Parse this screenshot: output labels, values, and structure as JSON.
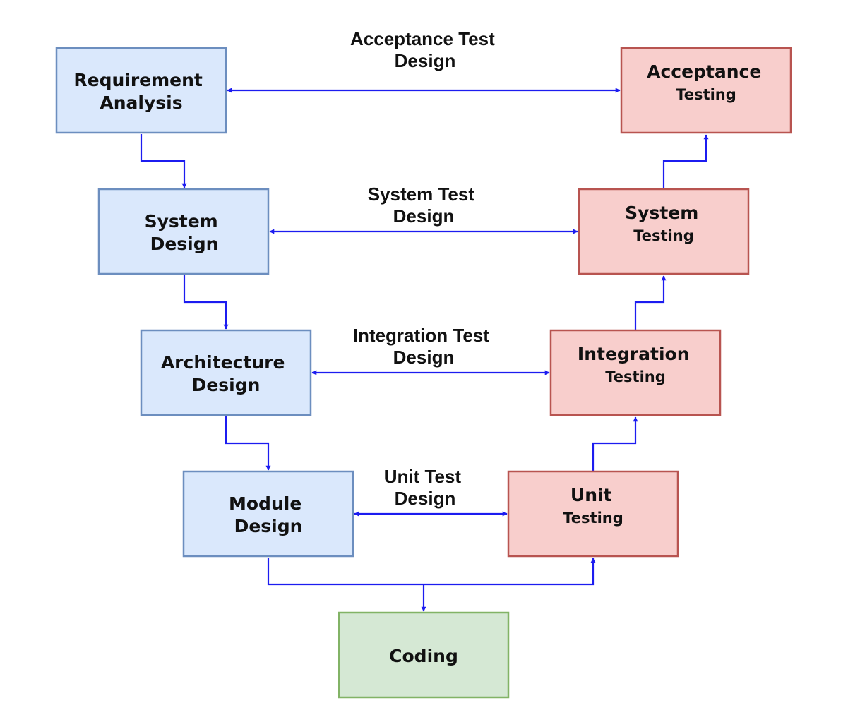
{
  "colors": {
    "design_fill": "#dae8fc",
    "design_stroke": "#6c8ebf",
    "test_fill": "#f8cecc",
    "test_stroke": "#b85450",
    "coding_fill": "#d5e8d4",
    "coding_stroke": "#82b366",
    "arrow": "#1c1cf0"
  },
  "nodes": {
    "requirement_analysis": {
      "line1": "Requirement",
      "line2": "Analysis"
    },
    "system_design": {
      "line1": "System",
      "line2": "Design"
    },
    "architecture_design": {
      "line1": "Architecture",
      "line2": "Design"
    },
    "module_design": {
      "line1": "Module",
      "line2": "Design"
    },
    "coding": {
      "line1": "Coding"
    },
    "unit_testing": {
      "line1": "Unit",
      "line2": "Testing"
    },
    "integration_testing": {
      "line1": "Integration",
      "line2": "Testing"
    },
    "system_testing": {
      "line1": "System",
      "line2": "Testing"
    },
    "acceptance_testing": {
      "line1": "Acceptance",
      "line2": "Testing"
    }
  },
  "edge_labels": {
    "acceptance_test_design": {
      "line1": "Acceptance Test",
      "line2": "Design"
    },
    "system_test_design": {
      "line1": "System Test",
      "line2": "Design"
    },
    "integration_test_design": {
      "line1": "Integration Test",
      "line2": "Design"
    },
    "unit_test_design": {
      "line1": "Unit Test",
      "line2": "Design"
    }
  }
}
